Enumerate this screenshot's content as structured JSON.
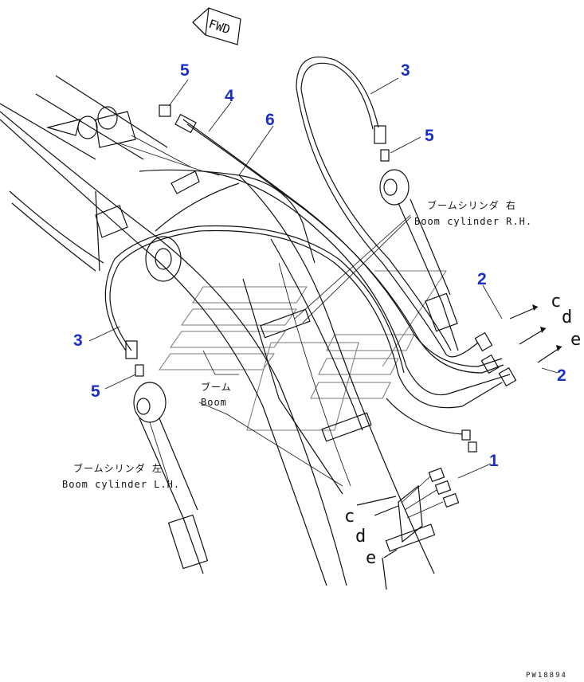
{
  "fwd_label": "FWD",
  "drawing_code": "PW18894",
  "callouts": {
    "c1": "1",
    "c2a": "2",
    "c2b": "2",
    "c3a": "3",
    "c3b": "3",
    "c4": "4",
    "c5a": "5",
    "c5b": "5",
    "c5c": "5",
    "c6": "6"
  },
  "labels": {
    "boom_cyl_rh_jp": "ブームシリンダ 右",
    "boom_cyl_rh_en": "Boom cylinder R.H.",
    "boom_cyl_lh_jp": "ブームシリンダ 左",
    "boom_cyl_lh_en": "Boom cylinder L.H.",
    "boom_jp": "ブーム",
    "boom_en": "Boom"
  },
  "connectors": {
    "c_right": "c",
    "d_right": "d",
    "e_right": "e",
    "c_left": "c",
    "d_left": "d",
    "e_left": "e"
  }
}
